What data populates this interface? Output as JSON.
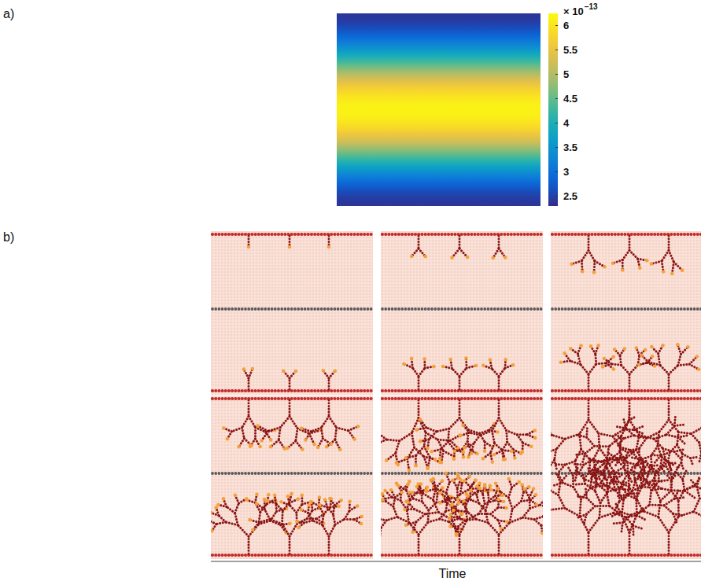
{
  "diagram": {
    "labels": [
      "a)",
      "b)",
      "× 10",
      "−13",
      "6",
      "5.5",
      "5",
      "4.5",
      "4",
      "3.5",
      "3",
      "2.5",
      "Time"
    ]
  }
}
